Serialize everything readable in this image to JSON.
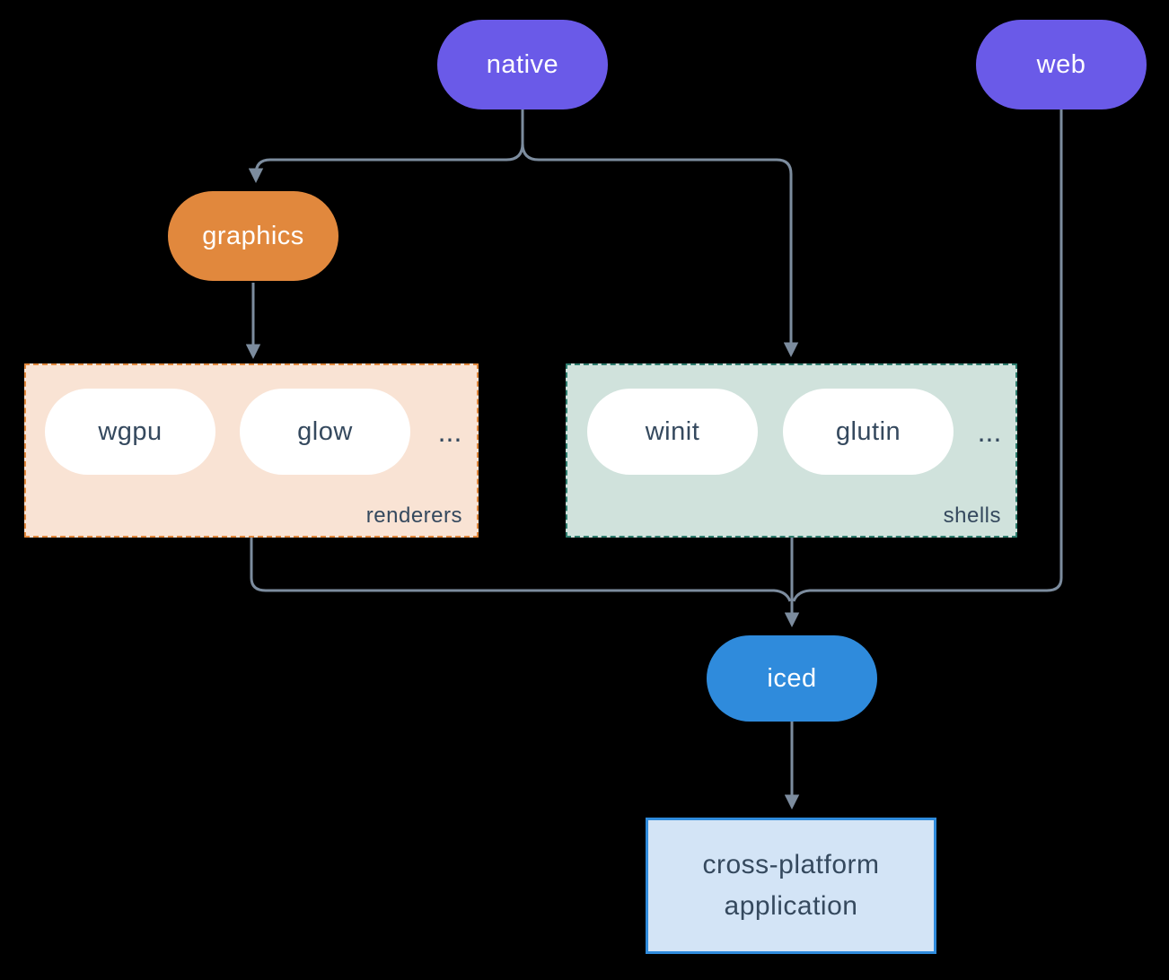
{
  "diagram": {
    "nodes": {
      "native": {
        "label": "native"
      },
      "web": {
        "label": "web"
      },
      "graphics": {
        "label": "graphics"
      },
      "iced": {
        "label": "iced"
      },
      "application": {
        "label": "cross-platform application"
      }
    },
    "groups": {
      "renderers": {
        "label": "renderers",
        "items": [
          "wgpu",
          "glow"
        ],
        "ellipsis": "..."
      },
      "shells": {
        "label": "shells",
        "items": [
          "winit",
          "glutin"
        ],
        "ellipsis": "..."
      }
    }
  },
  "colors": {
    "background": "#000000",
    "node-purple": "#6A5AE8",
    "node-orange": "#E1883D",
    "node-blue": "#2F8BDC",
    "renderers-fill": "#F9E3D4",
    "renderers-border": "#E1883D",
    "shells-fill": "#D0E2DC",
    "shells-border": "#2E7D6E",
    "app-fill": "#D3E4F6",
    "app-border": "#2F8BDC",
    "edge": "#7C8C9E",
    "text-dark": "#35495E",
    "text-light": "#FFFFFF"
  }
}
